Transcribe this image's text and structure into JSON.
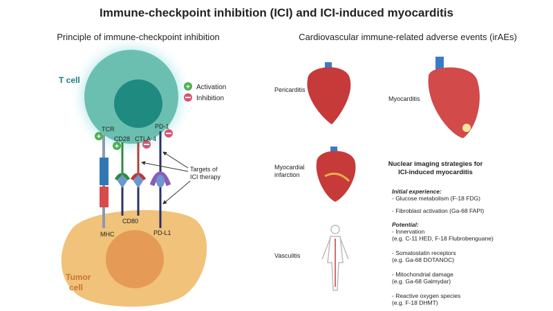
{
  "title": "Immune-checkpoint inhibition (ICI) and ICI-induced myocarditis",
  "left": {
    "heading": "Principle of immune-checkpoint inhibition",
    "t_cell": "T cell",
    "tumor_cell": [
      "Tumor",
      "cell"
    ],
    "legend": {
      "activation": "Activation",
      "inhibition": "Inhibition"
    },
    "receptors": {
      "tcr": "TCR",
      "cd28": "CD28",
      "ctla4": "CTLA-4",
      "pd1": "PD-1"
    },
    "ligands": {
      "mhc": "MHC",
      "cd80": "CD80",
      "pdl1": "PD-L1"
    },
    "targets_label": [
      "Targets of",
      "ICI therapy"
    ]
  },
  "right": {
    "heading": "Cardiovascular immune-related adverse events (irAEs)",
    "events": {
      "pericarditis": "Pericarditis",
      "myocarditis": "Myocarditis",
      "infarction": [
        "Myocardial",
        "infarction"
      ],
      "vasculitis": "Vasculitis"
    },
    "box": {
      "title": [
        "Nuclear imaging strategies for",
        "ICI-induced myocarditis"
      ],
      "initial_label": "Initial experience:",
      "initial": [
        "- Glucose metabolism (F-18 FDG)",
        "- Fibroblast activation (Ga-68 FAPI)"
      ],
      "potential_label": "Potential:",
      "potential": [
        [
          "- Innervation",
          "(e.g. C-11 HED, F-18 Flubrobenguane)"
        ],
        [
          "- Somatostatin receptors",
          "(e.g. Ga-68 DOTANOC)"
        ],
        [
          "- Mitochondrial damage",
          "(e.g. Ga-68 Galmydar)"
        ],
        [
          "- Reactive oxygen species",
          "(e.g. F-18 DHMT)"
        ]
      ]
    }
  },
  "colors": {
    "t_cell": "#6bbfb0",
    "nucleus": "#1f8a80",
    "tumor": "#f0c27a",
    "tumor_nucleus": "#e59a55",
    "activation": "#4caf50",
    "inhibition": "#d9546e"
  }
}
